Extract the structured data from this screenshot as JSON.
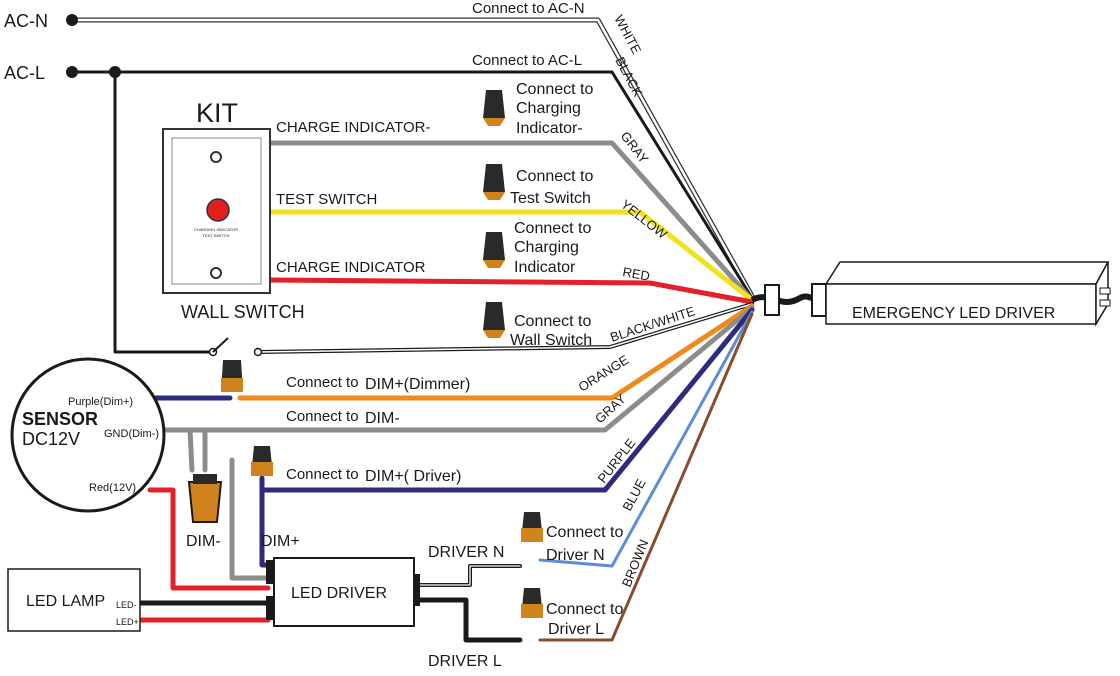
{
  "mains": {
    "neutral": "AC-N",
    "line": "AC-L"
  },
  "kit": {
    "title": "KIT",
    "plate_text_1": "CHARGING INDICATOR",
    "plate_text_2": "TEST SWITCH",
    "wall_switch": "WALL SWITCH"
  },
  "sensor": {
    "title": "SENSOR",
    "voltage": "DC12V",
    "purple_pin": "Purple(Dim+)",
    "gnd_pin": "GND(Dim-)",
    "red_pin": "Red(12V)"
  },
  "wire_labels": {
    "connect_ac_n": "Connect to AC-N",
    "connect_ac_l": "Connect to  AC-L",
    "charge_indicator_minus": "CHARGE INDICATOR-",
    "test_switch": "TEST SWITCH",
    "charge_indicator": "CHARGE INDICATOR",
    "connect_dim_plus_dimmer_a": "Connect to",
    "connect_dim_plus_dimmer_b": "DIM+(Dimmer)",
    "connect_dim_minus_a": "Connect to",
    "connect_dim_minus_b": "DIM-",
    "connect_dim_plus_driver_a": "Connect to",
    "connect_dim_plus_driver_b": "DIM+( Driver)",
    "dim_minus": "DIM-",
    "dim_plus": "DIM+",
    "driver_n": "DRIVER N",
    "driver_l": "DRIVER L"
  },
  "connector_labels": {
    "charging_minus": [
      "Connect to",
      "Charging",
      "Indicator-"
    ],
    "test_switch": [
      "Connect to",
      "Test Switch"
    ],
    "charging": [
      "Connect to",
      "Charging",
      "Indicator"
    ],
    "wall_switch": [
      "Connect to",
      "Wall Switch"
    ],
    "driver_n": [
      "Connect to",
      "Driver N"
    ],
    "driver_l": [
      "Connect to",
      "Driver L"
    ]
  },
  "wire_colors_text": {
    "white": "WHITE",
    "black": "BLACK",
    "gray": "GRAY",
    "yellow": "YELLOW",
    "red": "RED",
    "black_white": "BLACK/WHITE",
    "orange": "ORANGE",
    "gray2": "GRAY",
    "purple": "PURPLE",
    "blue": "BLUE",
    "brown": "BROWN"
  },
  "devices": {
    "emergency_driver": "EMERGENCY  LED  DRIVER",
    "led_driver": "LED DRIVER",
    "led_lamp": "LED LAMP",
    "lamp_neg": "LED-",
    "lamp_pos": "LED+"
  },
  "colors": {
    "white_wire": "#d9d9d9",
    "black_wire": "#1a1a1a",
    "gray_wire": "#8c8c8c",
    "yellow_wire": "#f2e21c",
    "red_wire": "#e3202b",
    "orange_wire": "#f08a1c",
    "purple_wire": "#2e2a7e",
    "blue_wire": "#5b8ed6",
    "brown_wire": "#8a4b2a",
    "indicator_led": "#e0201f",
    "connector_cap": "#d0821c"
  }
}
